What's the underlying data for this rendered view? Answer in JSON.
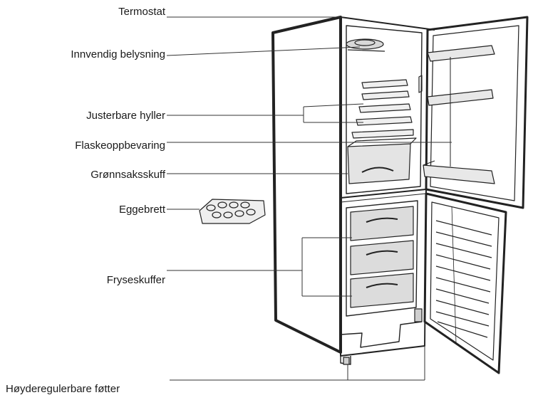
{
  "labels": {
    "termostat": "Termostat",
    "belysning": "Innvendig belysning",
    "hyller": "Justerbare hyller",
    "flaske": "Flaskeoppbevaring",
    "gronn": "Grønnsaksskuff",
    "egg": "Eggebrett",
    "fryse": "Fryseskuffer",
    "fotter": "Høyderegulerbare føtter"
  }
}
